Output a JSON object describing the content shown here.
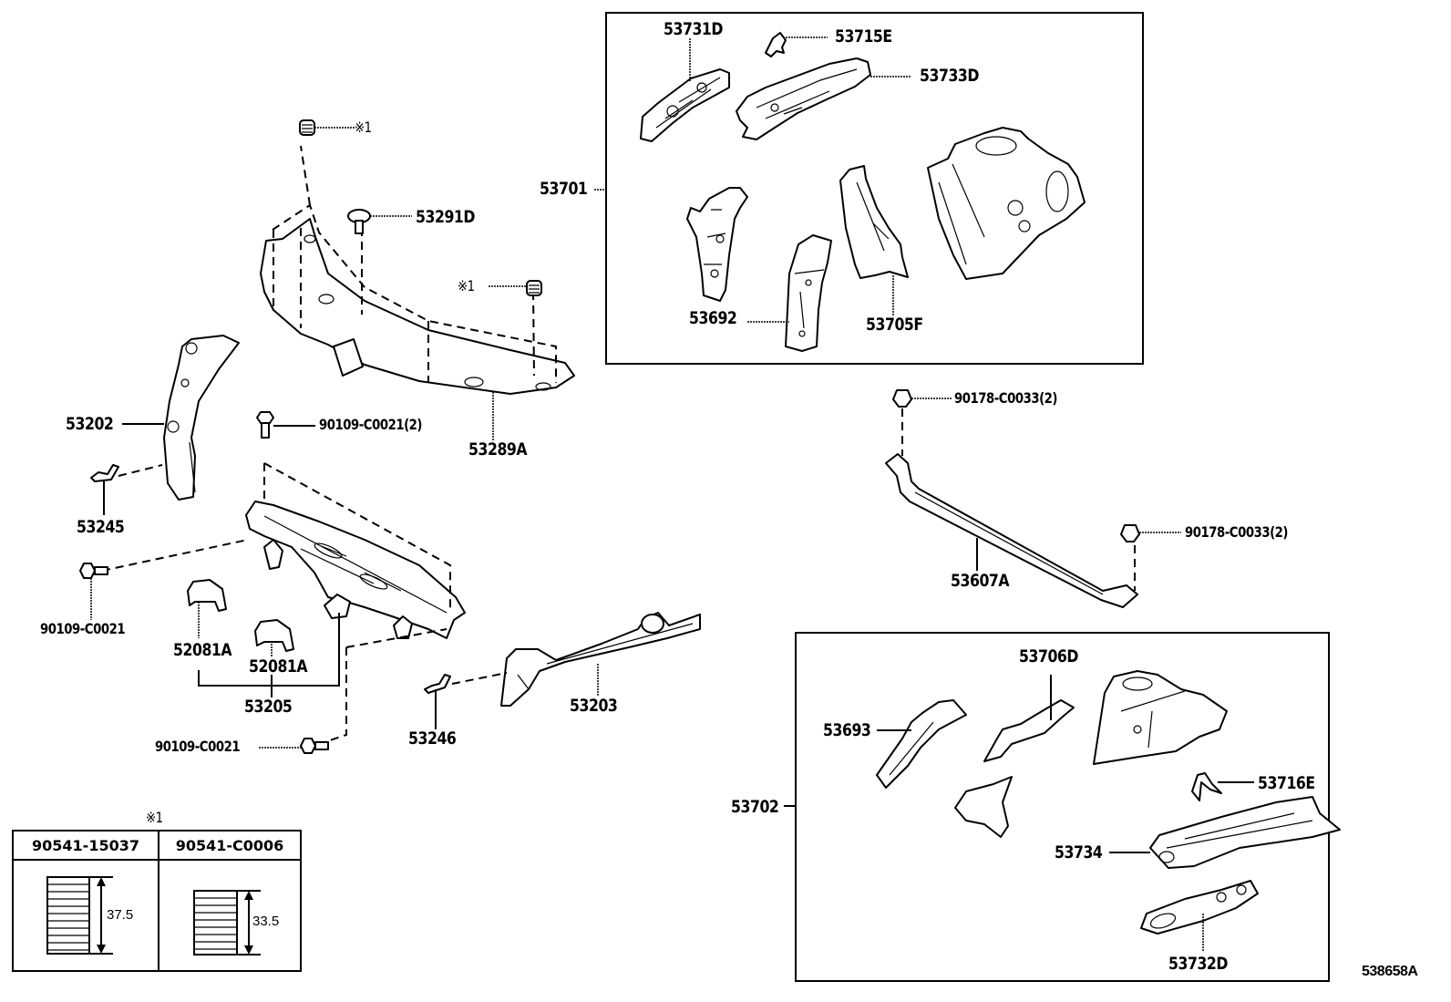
{
  "diagram": {
    "reference_code": "538658A",
    "note_marker": "※1",
    "labels": {
      "p53731D": "53731D",
      "p53715E": "53715E",
      "p53733D": "53733D",
      "p53701": "53701",
      "p53692": "53692",
      "p53705F": "53705F",
      "p53291D": "53291D",
      "note1_top": "※1",
      "note1_right": "※1",
      "p53289A": "53289A",
      "p53202": "53202",
      "p90109_C0021_2": "90109-C0021(2)",
      "p53245": "53245",
      "p90109_C0021_left": "90109-C0021",
      "p52081A_a": "52081A",
      "p52081A_b": "52081A",
      "p53205": "53205",
      "p90109_C0021_bottom": "90109-C0021",
      "p53246": "53246",
      "p53203": "53203",
      "p90178_C0033_2_top": "90178-C0033(2)",
      "p90178_C0033_2_bottom": "90178-C0033(2)",
      "p53607A": "53607A",
      "p53706D": "53706D",
      "p53693": "53693",
      "p53702": "53702",
      "p53716E": "53716E",
      "p53734": "53734",
      "p53732D": "53732D"
    },
    "spring_table": {
      "title": "※1",
      "columns": [
        {
          "part": "90541-15037",
          "length": "37.5"
        },
        {
          "part": "90541-C0006",
          "length": "33.5"
        }
      ]
    }
  }
}
